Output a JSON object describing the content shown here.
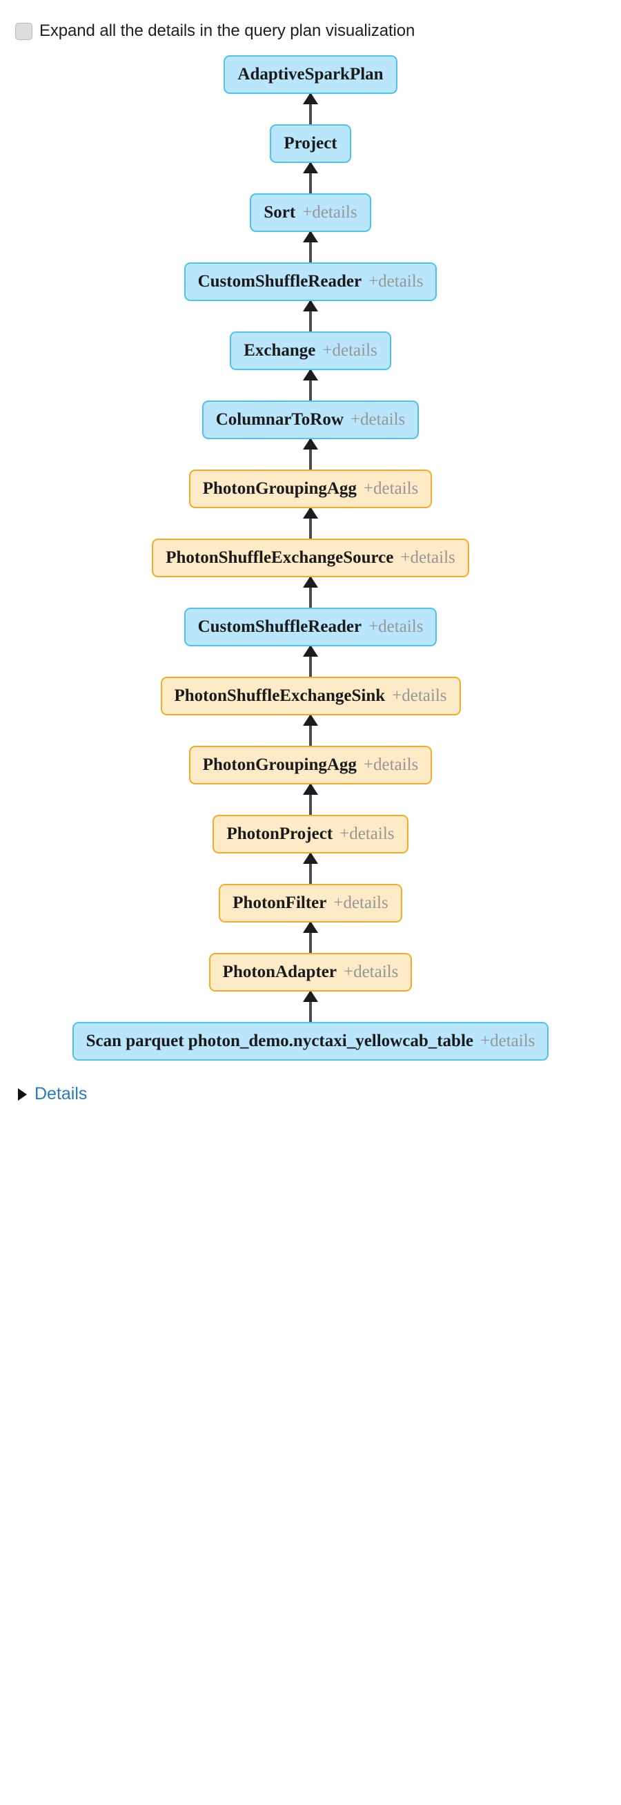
{
  "header": {
    "expand_checkbox_label": "Expand all the details in the query plan visualization",
    "expand_checkbox_checked": false,
    "checkbox_icon": "checkbox-unchecked-icon"
  },
  "colors": {
    "blue_fill": "#b9e6fb",
    "blue_border": "#4cc2f1",
    "orange_fill": "#fdeac6",
    "orange_border": "#f4ab26",
    "arrow": "#4c4c4c",
    "arrowhead": "#1c1c1c",
    "details_text": "#969696",
    "link": "#2a7ab9",
    "page_background": "#ffffff"
  },
  "graph": {
    "direction": "bottom-to-top",
    "arrow_icon": "arrow-up-icon",
    "details_suffix": "+details",
    "nodes": [
      {
        "operator": "AdaptiveSparkPlan",
        "details": "",
        "engine": "blue"
      },
      {
        "operator": "Project",
        "details": "",
        "engine": "blue"
      },
      {
        "operator": "Sort",
        "details": "+details",
        "engine": "blue"
      },
      {
        "operator": "CustomShuffleReader",
        "details": "+details",
        "engine": "blue"
      },
      {
        "operator": "Exchange",
        "details": "+details",
        "engine": "blue"
      },
      {
        "operator": "ColumnarToRow",
        "details": "+details",
        "engine": "blue"
      },
      {
        "operator": "PhotonGroupingAgg",
        "details": "+details",
        "engine": "orange"
      },
      {
        "operator": "PhotonShuffleExchangeSource",
        "details": "+details",
        "engine": "orange"
      },
      {
        "operator": "CustomShuffleReader",
        "details": "+details",
        "engine": "blue"
      },
      {
        "operator": "PhotonShuffleExchangeSink",
        "details": "+details",
        "engine": "orange"
      },
      {
        "operator": "PhotonGroupingAgg",
        "details": "+details",
        "engine": "orange"
      },
      {
        "operator": "PhotonProject",
        "details": "+details",
        "engine": "orange"
      },
      {
        "operator": "PhotonFilter",
        "details": "+details",
        "engine": "orange"
      },
      {
        "operator": "PhotonAdapter",
        "details": "+details",
        "engine": "orange"
      },
      {
        "operator": "Scan parquet photon_demo.nyctaxi_yellowcab_table",
        "details": "+details",
        "engine": "blue"
      }
    ]
  },
  "footer": {
    "details_label": "Details",
    "details_expanded": false,
    "triangle_icon": "triangle-right-icon"
  }
}
